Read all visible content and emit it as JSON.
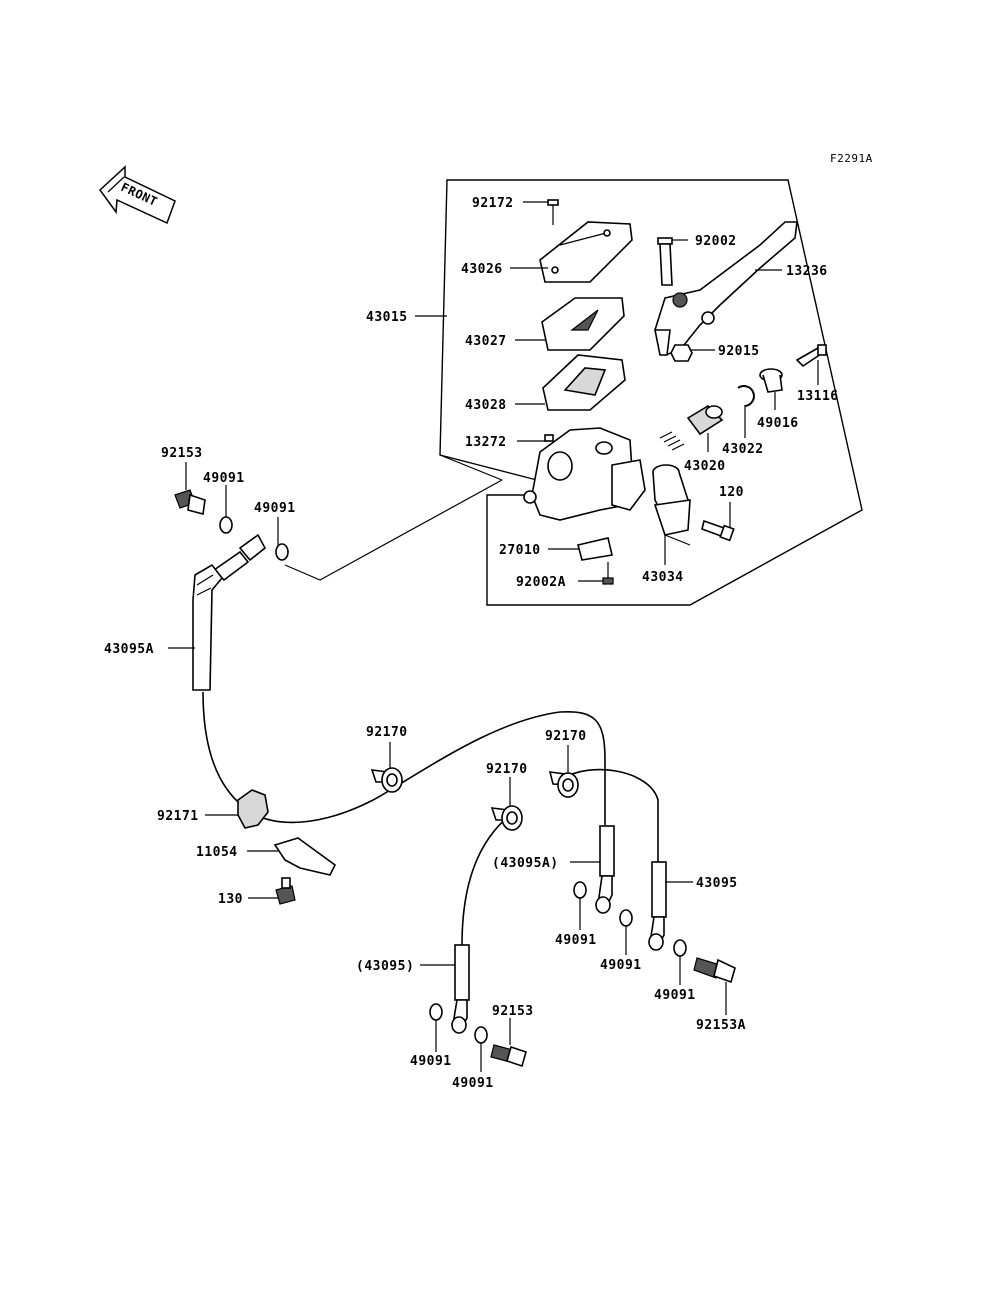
{
  "diagram_code": "F2291A",
  "front_label": "FRONT",
  "labels": {
    "l92172": "92172",
    "l43026": "43026",
    "l43015": "43015",
    "l43027": "43027",
    "l43028": "43028",
    "l13272": "13272",
    "l27010": "27010",
    "l92002A": "92002A",
    "l92002": "92002",
    "l13236": "13236",
    "l92015": "92015",
    "l13116": "13116",
    "l49016": "49016",
    "l43022": "43022",
    "l43020": "43020",
    "l120": "120",
    "l43034": "43034",
    "l92153_top": "92153",
    "l49091_a": "49091",
    "l49091_b": "49091",
    "l43095A": "43095A",
    "l92170_a": "92170",
    "l92170_b": "92170",
    "l92170_c": "92170",
    "l92171": "92171",
    "l11054": "11054",
    "l130": "130",
    "l43095A_paren": "(43095A)",
    "l43095": "43095",
    "l49091_c": "49091",
    "l49091_d": "49091",
    "l49091_e": "49091",
    "l92153A": "92153A",
    "l43095_paren": "(43095)",
    "l92153_bottom": "92153",
    "l49091_f": "49091",
    "l49091_g": "49091"
  }
}
